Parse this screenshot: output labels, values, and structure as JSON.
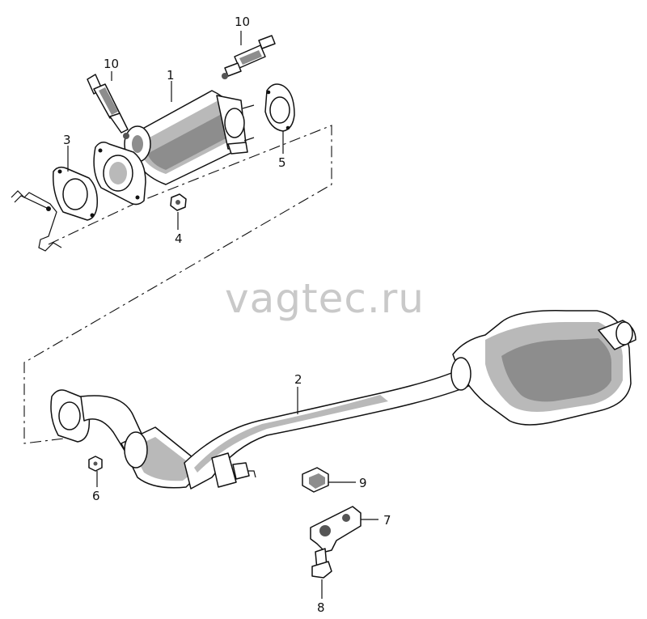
{
  "watermark": "vagtec.ru",
  "callouts": {
    "c1": "1",
    "c2": "2",
    "c3": "3",
    "c4": "4",
    "c5": "5",
    "c6": "6",
    "c7": "7",
    "c8": "8",
    "c9": "9",
    "c10a": "10",
    "c10b": "10"
  }
}
